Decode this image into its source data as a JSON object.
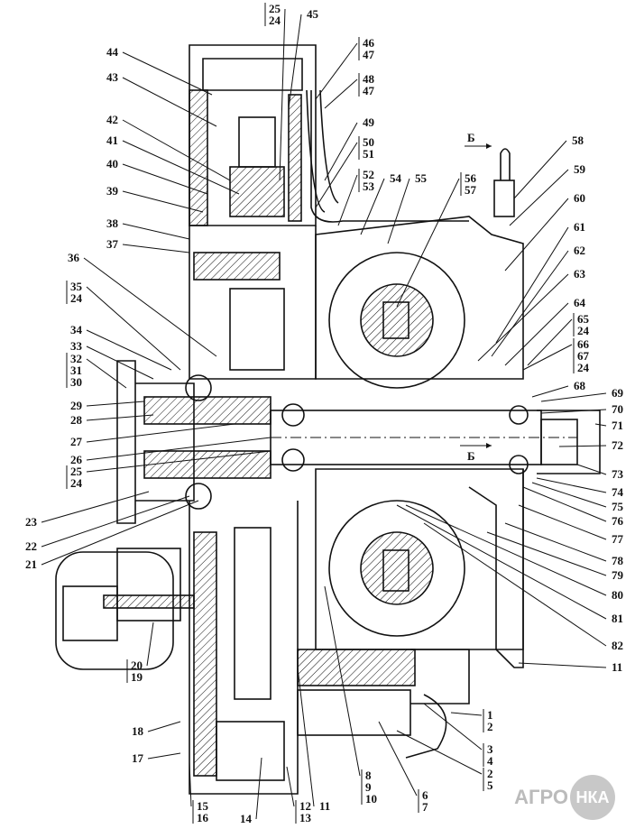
{
  "labels": [
    "25",
    "24",
    "45",
    "46",
    "47",
    "48",
    "47",
    "49",
    "50",
    "51",
    "52",
    "53",
    "54",
    "55",
    "56",
    "57",
    "58",
    "59",
    "60",
    "61",
    "62",
    "63",
    "64",
    "65",
    "24",
    "66",
    "67",
    "24",
    "68",
    "69",
    "70",
    "71",
    "72",
    "73",
    "74",
    "75",
    "76",
    "77",
    "78",
    "79",
    "80",
    "81",
    "82",
    "11",
    "1",
    "2",
    "3",
    "4",
    "2",
    "5",
    "6",
    "7",
    "8",
    "9",
    "10",
    "11",
    "12",
    "13",
    "14",
    "15",
    "16",
    "17",
    "18",
    "20",
    "19",
    "44",
    "43",
    "42",
    "41",
    "40",
    "39",
    "38",
    "37",
    "36",
    "35",
    "24",
    "34",
    "33",
    "32",
    "31",
    "30",
    "29",
    "28",
    "27",
    "26",
    "25",
    "24",
    "23",
    "22",
    "21"
  ],
  "section_marks": [
    "Б",
    "Б"
  ],
  "logo": {
    "left": "АГРО",
    "right": "НКА"
  }
}
